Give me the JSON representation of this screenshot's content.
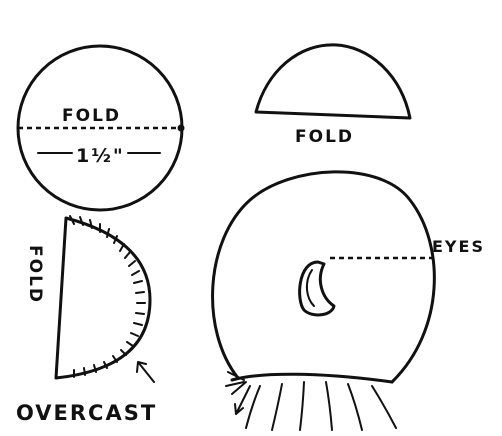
{
  "labels": {
    "fold_circle": "FOLD",
    "measure": "1½\"",
    "fold_half_circle": "FOLD",
    "fold_vertical": "FOLD",
    "overcast": "OVERCAST",
    "eyes": "EYES"
  }
}
